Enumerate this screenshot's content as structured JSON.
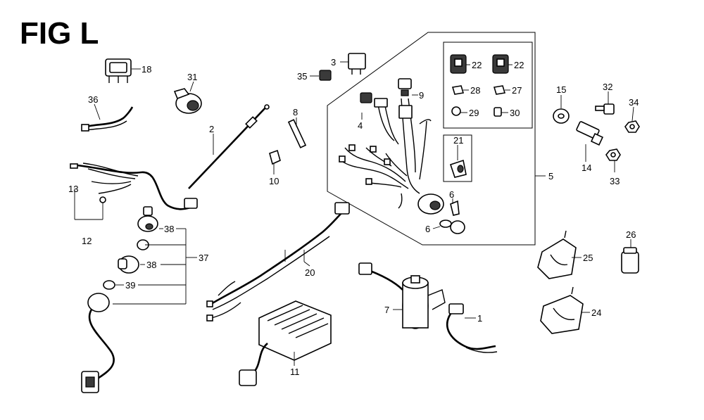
{
  "figure": {
    "title": "FIG L"
  },
  "callouts": {
    "c1": "1",
    "c2": "2",
    "c3": "3",
    "c4": "4",
    "c5": "5",
    "c6a": "6",
    "c6b": "6",
    "c7": "7",
    "c8": "8",
    "c9": "9",
    "c10": "10",
    "c11": "11",
    "c12": "12",
    "c13": "13",
    "c14": "14",
    "c15": "15",
    "c18": "18",
    "c20": "20",
    "c21": "21",
    "c22a": "22",
    "c22b": "22",
    "c24": "24",
    "c25": "25",
    "c26": "26",
    "c27": "27",
    "c28": "28",
    "c29": "29",
    "c30": "30",
    "c31": "31",
    "c32": "32",
    "c33": "33",
    "c34": "34",
    "c35": "35",
    "c36": "36",
    "c37": "37",
    "c38a": "38",
    "c38b": "38",
    "c39": "39"
  }
}
